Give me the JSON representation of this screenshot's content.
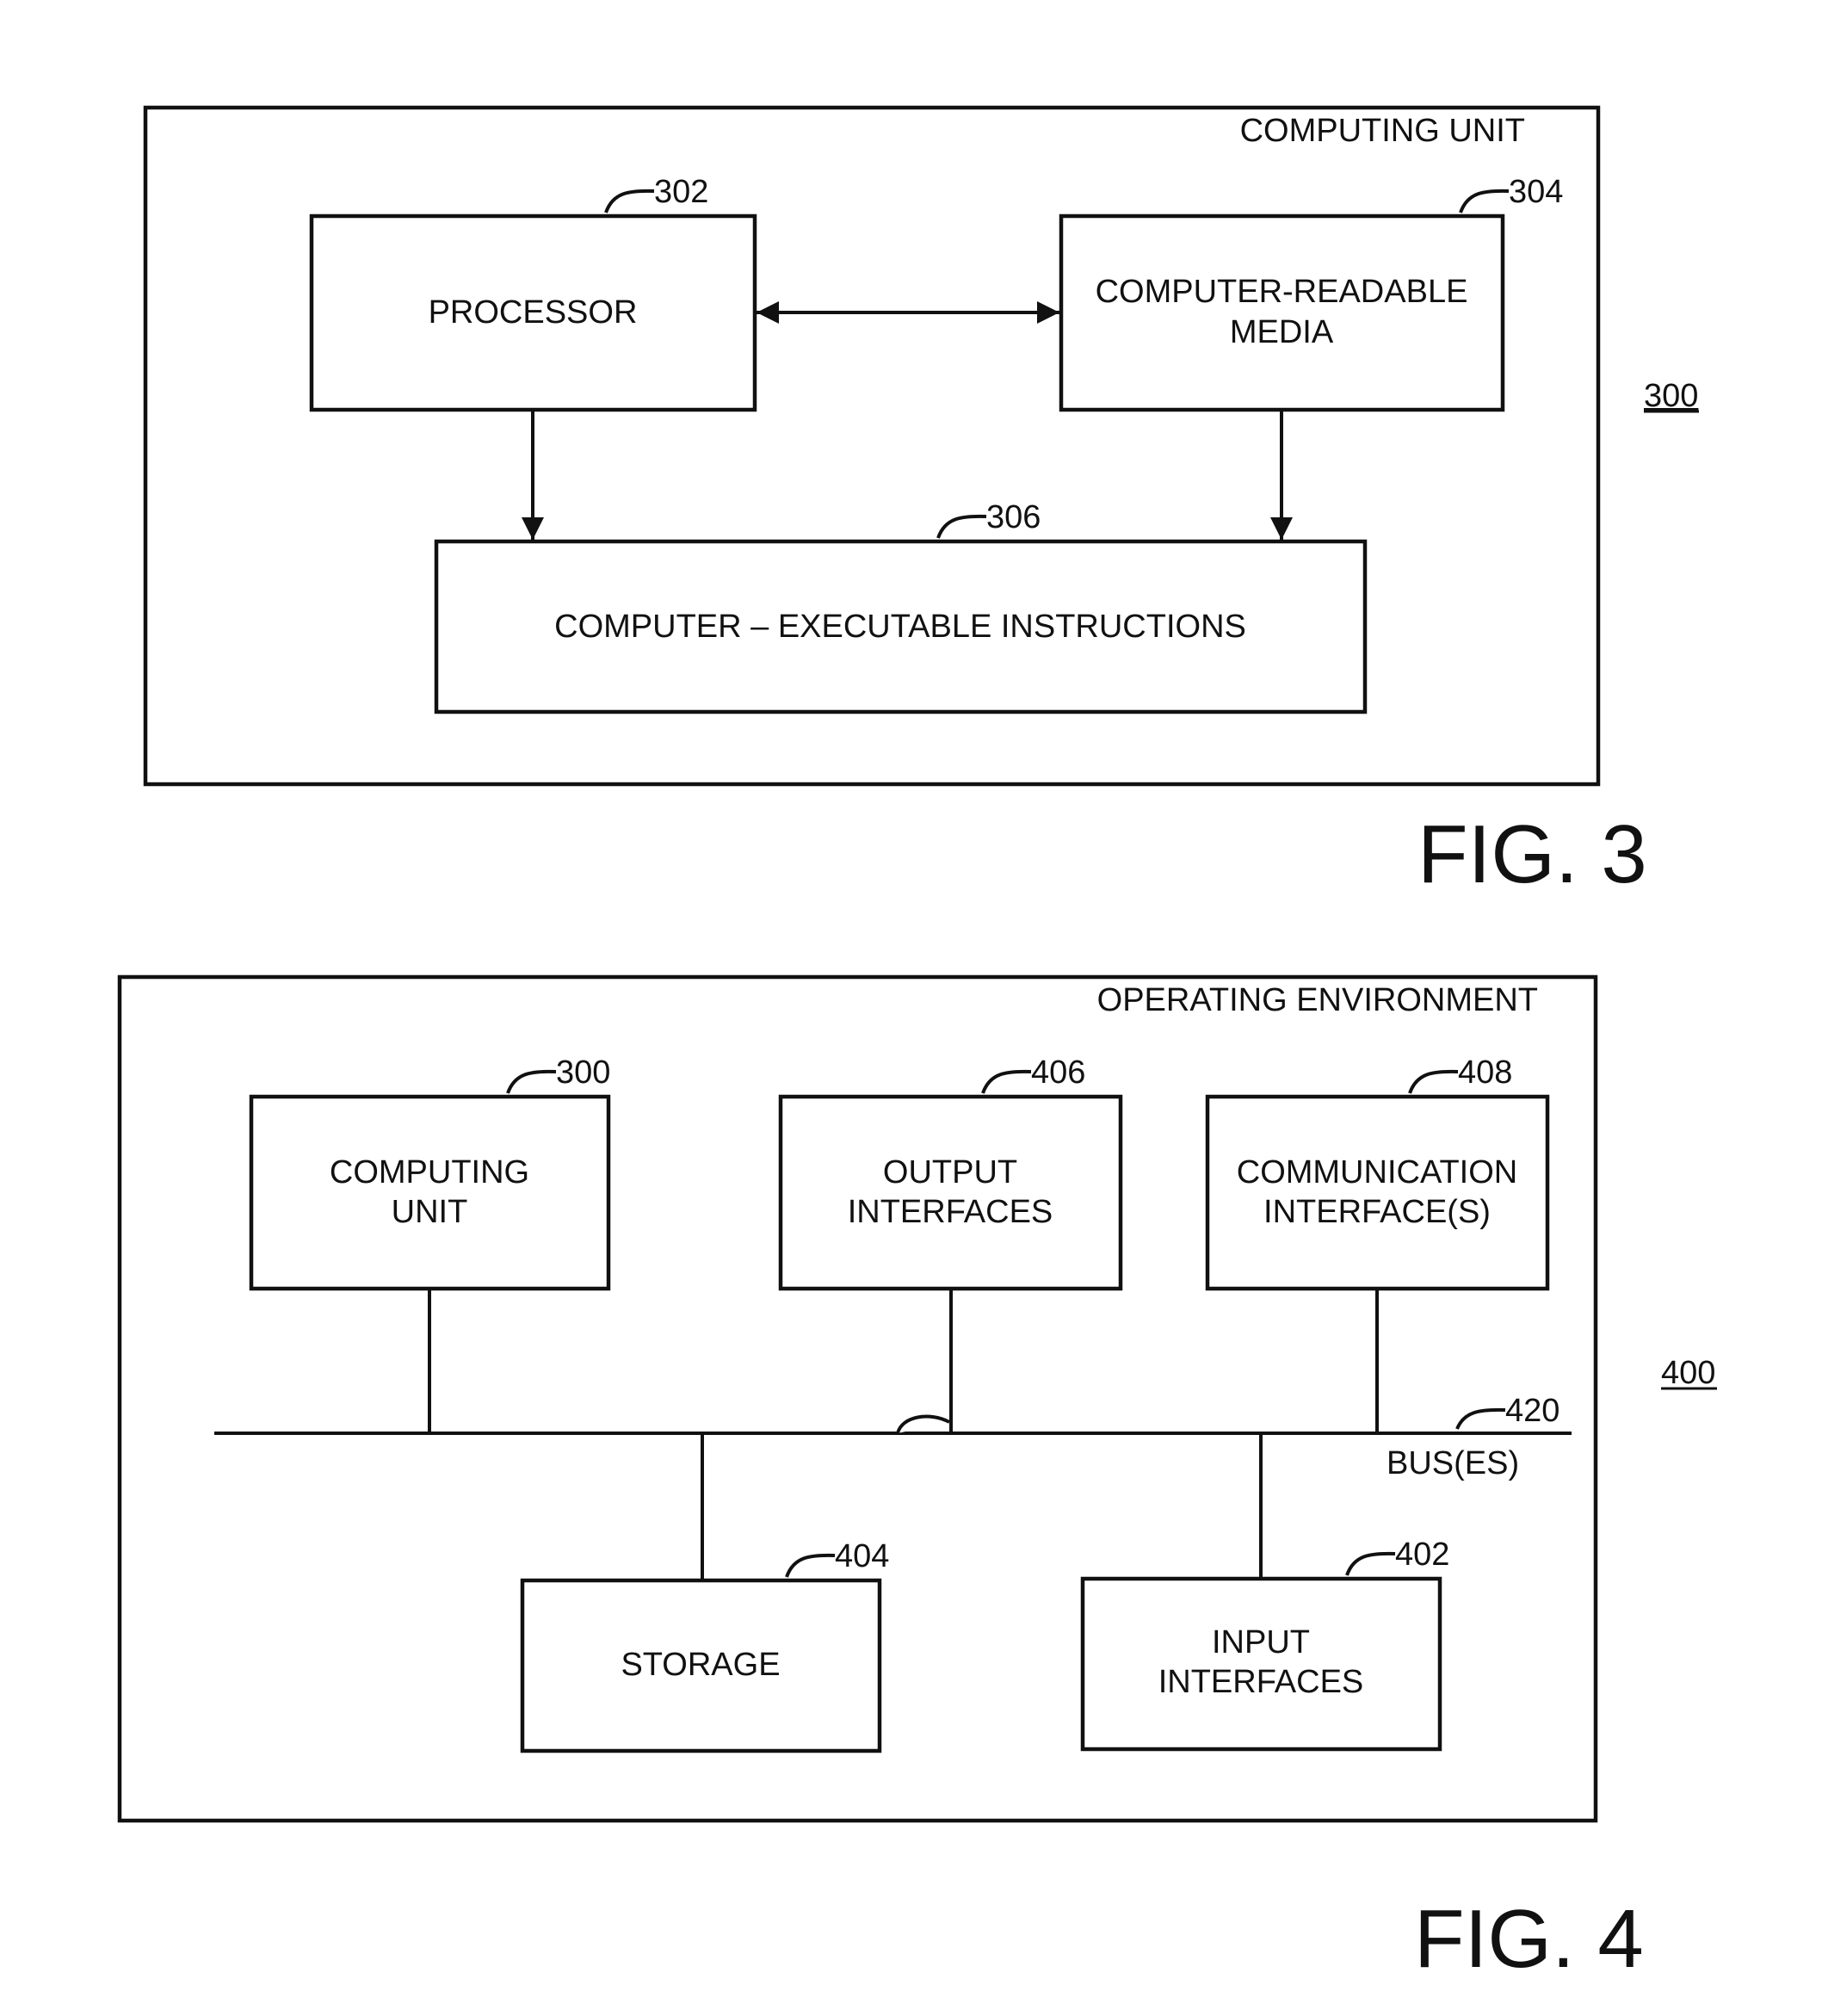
{
  "fig3": {
    "outer_label": "COMPUTING UNIT",
    "ref_number": "300",
    "figure_label": "FIG. 3",
    "boxes": {
      "processor": {
        "ref": "302",
        "lines": [
          "PROCESSOR"
        ]
      },
      "media": {
        "ref": "304",
        "lines": [
          "COMPUTER-READABLE",
          "MEDIA"
        ]
      },
      "instructions": {
        "ref": "306",
        "lines": [
          "COMPUTER – EXECUTABLE INSTRUCTIONS"
        ]
      }
    }
  },
  "fig4": {
    "outer_label": "OPERATING ENVIRONMENT",
    "ref_number": "400",
    "figure_label": "FIG. 4",
    "bus": {
      "ref": "420",
      "label": "BUS(ES)"
    },
    "boxes": {
      "computing_unit": {
        "ref": "300",
        "lines": [
          "COMPUTING",
          "UNIT"
        ]
      },
      "output_interfaces": {
        "ref": "406",
        "lines": [
          "OUTPUT",
          "INTERFACES"
        ]
      },
      "communication_interfaces": {
        "ref": "408",
        "lines": [
          "COMMUNICATION",
          "INTERFACE(S)"
        ]
      },
      "storage": {
        "ref": "404",
        "lines": [
          "STORAGE"
        ]
      },
      "input_interfaces": {
        "ref": "402",
        "lines": [
          "INPUT",
          "INTERFACES"
        ]
      }
    }
  }
}
